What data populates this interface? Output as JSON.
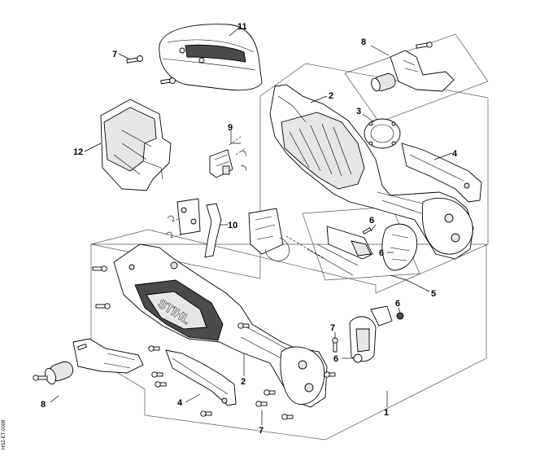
{
  "callouts": {
    "c11": "11",
    "c7_top": "7",
    "c8_top": "8",
    "c2_top": "2",
    "c3": "3",
    "c4_top": "4",
    "c12": "12",
    "c9": "9",
    "c10": "10",
    "c6_a": "6",
    "c6_b": "6",
    "c5": "5",
    "c6_c": "6",
    "c7_mid": "7",
    "c6_d": "6",
    "c2_bottom": "2",
    "c8_bottom": "8",
    "c4_bottom": "4",
    "c7_bottom": "7",
    "c1": "1"
  },
  "housing_logo": "STIHL",
  "doc_code": "HS2-ET-0008"
}
